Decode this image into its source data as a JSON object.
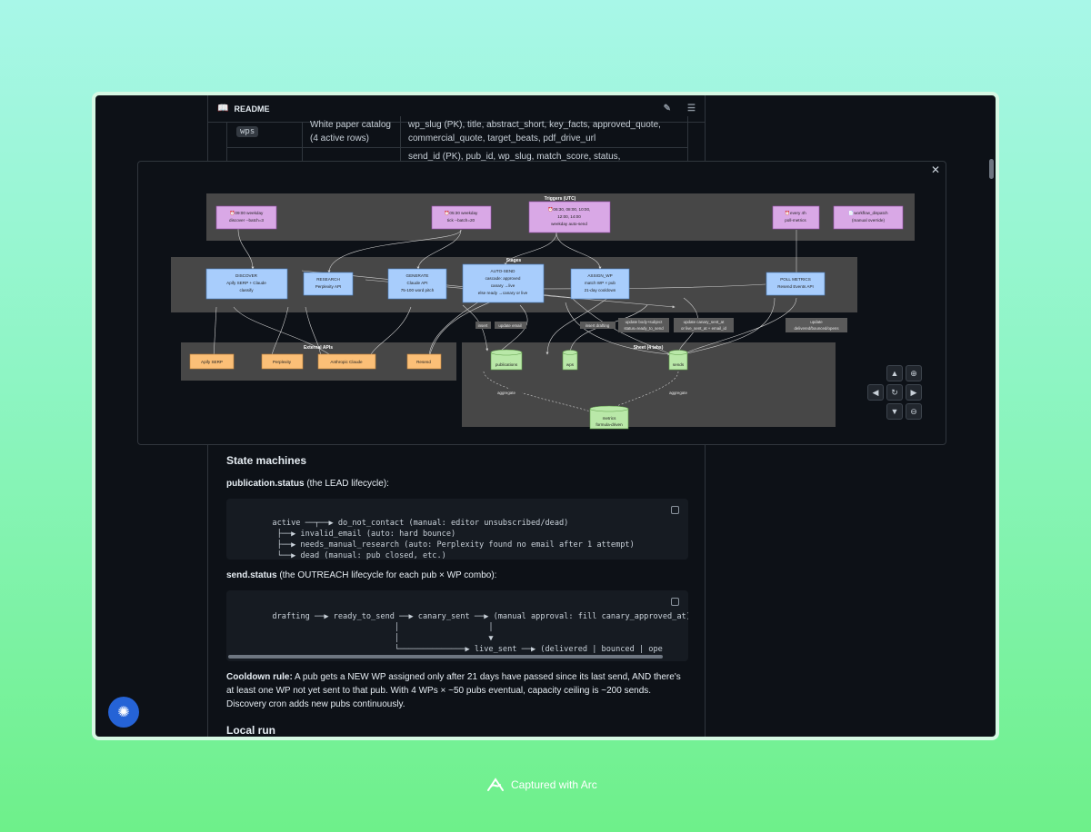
{
  "readme": {
    "title": "README",
    "table": [
      {
        "name": "wps",
        "desc": "White paper catalog (4 active rows)",
        "cols": "wp_slug (PK), title, abstract_short, key_facts, approved_quote, commercial_quote, target_beats, pdf_drive_url"
      },
      {
        "name": "",
        "desc": "",
        "cols": "send_id (PK), pub_id, wp_slug, match_score, status,"
      }
    ]
  },
  "diagram": {
    "triggers_title": "Triggers (UTC)",
    "stages_title": "Stages",
    "apis_title": "External APIs",
    "sheet_title": "Sheet (4 tabs)",
    "triggers": [
      {
        "l1": "⏰09:00 weekday",
        "l2": "discover --batch=3"
      },
      {
        "l1": "⏰05:30 weekday",
        "l2": "tick --batch=20"
      },
      {
        "l1": "⏰06:30, 08:00, 10:00,",
        "l2": "12:00, 14:00",
        "l3": "weekday auto-send"
      },
      {
        "l1": "⏰every 4h",
        "l2": "poll-metrics"
      },
      {
        "l1": "📄workflow_dispatch",
        "l2": "(manual override)"
      }
    ],
    "stages": [
      {
        "l1": "DISCOVER",
        "l2": "Apify SERP + Claude",
        "l3": "classify"
      },
      {
        "l1": "RESEARCH",
        "l2": "Perplexity API"
      },
      {
        "l1": "GENERATE",
        "l2": "Claude API",
        "l3": "75-100 word pitch"
      },
      {
        "l1": "AUTO-SEND",
        "l2": "cascade: approved",
        "l3": "canary →live",
        "l4": "else ready →canary or live"
      },
      {
        "l1": "ASSIGN_WP",
        "l2": "match WP × pub",
        "l3": "21-day cooldown"
      },
      {
        "l1": "POLL METRICS",
        "l2": "Resend Events API"
      }
    ],
    "apis": [
      "Apify SERP",
      "Perplexity",
      "Anthropic Claude",
      "Resend"
    ],
    "sheets": [
      "publications",
      "wps",
      "sends",
      "metrics",
      "formula-driven"
    ],
    "edge_labels": {
      "insert1": "insert",
      "update_email": "update email",
      "insert_drafting": "insert drafting",
      "update_body_1": "update body+subject",
      "update_body_2": "status=ready_to_send",
      "update_canary_1": "update canary_sent_at",
      "update_canary_2": "or live_sent_at + email_id",
      "update_metrics_1": "update",
      "update_metrics_2": "delivered/bounced/opens",
      "aggregate": "aggregate"
    },
    "colors": {
      "trigger": "#d9a8e6",
      "stage": "#a8cdfc",
      "api": "#fbbf77",
      "sheet": "#b9e8a8",
      "group": "#474747"
    }
  },
  "content": {
    "state_machines_title": "State machines",
    "pub_status_label": "publication.status",
    "pub_status_desc": " (the LEAD lifecycle):",
    "code1": "active ──┬──▶ do_not_contact (manual: editor unsubscribed/dead)\n         ├──▶ invalid_email (auto: hard bounce)\n         ├──▶ needs_manual_research (auto: Perplexity found no email after 1 attempt)\n         └──▶ dead (manual: pub closed, etc.)",
    "send_status_label": "send.status",
    "send_status_desc": " (the OUTREACH lifecycle for each pub × WP combo):",
    "code2": "drafting ──▶ ready_to_send ──▶ canary_sent ──▶ (manual approval: fill canary_approved_at)\n                                  │                   │\n                                  │                   ▼\n                                  └──────────────▶ live_sent ──▶ (delivered | bounced | ope",
    "cooldown_label": "Cooldown rule:",
    "cooldown_text": " A pub gets a NEW WP assigned only after 21 days have passed since its last send, AND there's at least one WP not yet sent to that pub. With 4 WPs × ~50 pubs eventual, capacity ceiling is ~200 sends. Discovery cron adds new pubs continuously.",
    "local_run_title": "Local run"
  },
  "footer": {
    "captured": "Captured with Arc"
  }
}
